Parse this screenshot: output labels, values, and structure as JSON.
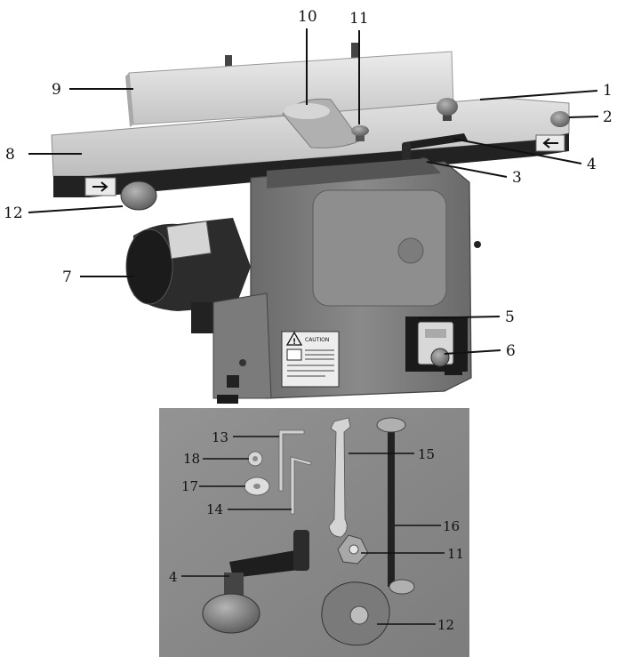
{
  "figure": {
    "machine_callouts": [
      {
        "id": "1",
        "label": "1"
      },
      {
        "id": "2",
        "label": "2"
      },
      {
        "id": "3",
        "label": "3"
      },
      {
        "id": "4",
        "label": "4"
      },
      {
        "id": "5",
        "label": "5"
      },
      {
        "id": "6",
        "label": "6"
      },
      {
        "id": "7",
        "label": "7"
      },
      {
        "id": "8",
        "label": "8"
      },
      {
        "id": "9",
        "label": "9"
      },
      {
        "id": "10",
        "label": "10"
      },
      {
        "id": "11",
        "label": "11"
      },
      {
        "id": "12",
        "label": "12"
      }
    ],
    "accessory_callouts": [
      {
        "id": "13",
        "label": "13"
      },
      {
        "id": "18",
        "label": "18"
      },
      {
        "id": "17",
        "label": "17"
      },
      {
        "id": "14",
        "label": "14"
      },
      {
        "id": "15",
        "label": "15"
      },
      {
        "id": "16",
        "label": "16"
      },
      {
        "id": "11b",
        "label": "11"
      },
      {
        "id": "4b",
        "label": "4"
      },
      {
        "id": "12b",
        "label": "12"
      }
    ],
    "warning_label_text": "CAUTION",
    "colors": {
      "table_silver": "#cfcfcf",
      "fence_silver": "#dadada",
      "body_grey": "#7a7a7a",
      "body_dark": "#5e5e5e",
      "base_black": "#1a1a1a",
      "photo_bg": "#8a8a8a"
    }
  }
}
